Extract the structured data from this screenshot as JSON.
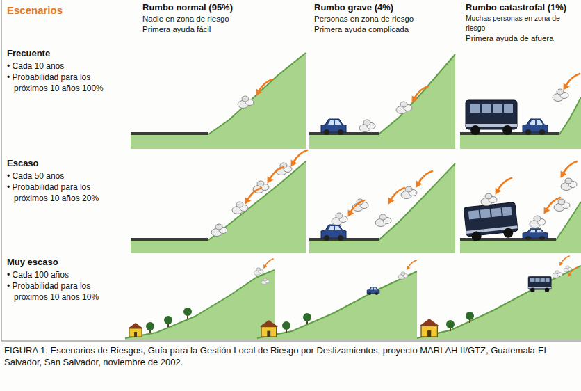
{
  "diagram": {
    "title": "Escenarios",
    "caption": "FIGURA 1: Escenarios de Riesgos, Guía para la Gestión Local de Riesgo por Deslizamientos, proyecto MARLAH II/GTZ, Guatemala-El Salvador, San Salvador, noviembre de 2002.",
    "labels": [
      "Rumbo normal (95%)",
      "Nadie en zona de riesgo",
      "Primera ayuda fácil",
      "Rumbo grave (4%)",
      "Personas en zona de riesgo",
      "Primera ayuda complicada",
      "Rumbo catastrofal (1%)",
      "Muchas personas en zona de riesgo",
      "Primera ayuda de afuera",
      "Frecuente",
      "• Cada 10 años",
      "• Probabilidad para los próximos 10 años 100%",
      "Escaso",
      "• Cada 50 años",
      "• Probabilidad para los próximos 10 años 20%",
      "Muy escaso",
      "• Cada 100 años",
      "• Probabilidad para los próximos 10 años 10%"
    ]
  }
}
